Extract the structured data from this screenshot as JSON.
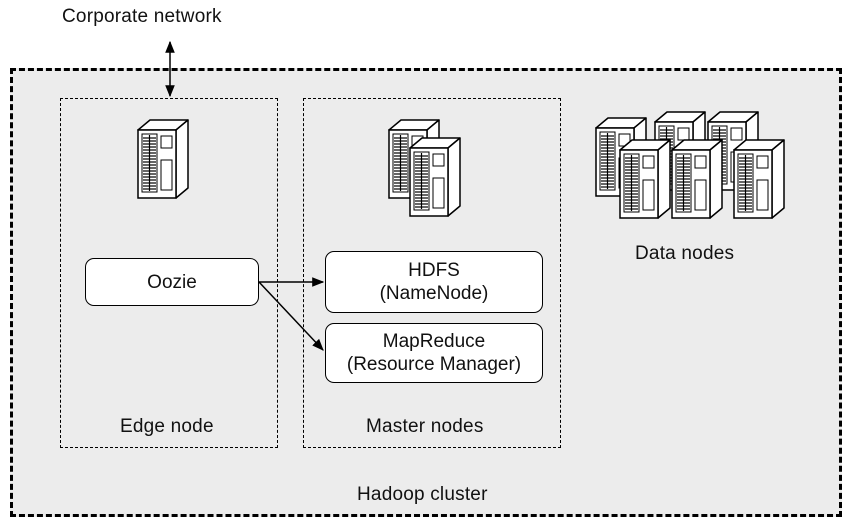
{
  "corporate_network": {
    "label": "Corporate network"
  },
  "cluster": {
    "label": "Hadoop cluster"
  },
  "edge": {
    "label": "Edge node",
    "oozie": "Oozie"
  },
  "master": {
    "label": "Master nodes",
    "hdfs": {
      "line1": "HDFS",
      "line2": "(NameNode)"
    },
    "mapreduce": {
      "line1": "MapReduce",
      "line2": "(Resource Manager)"
    }
  },
  "data_nodes": {
    "label": "Data nodes"
  }
}
